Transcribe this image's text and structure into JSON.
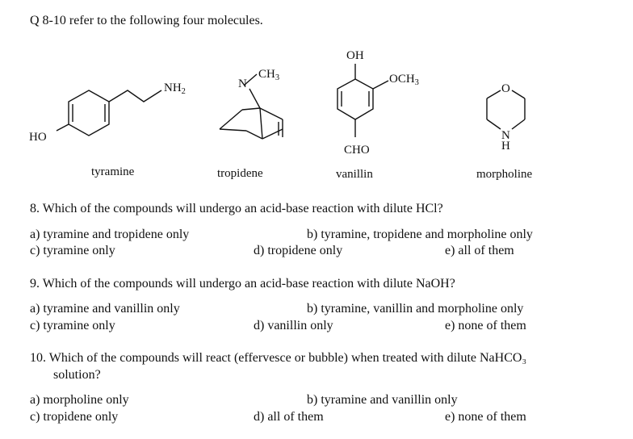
{
  "header": "Q 8-10 refer to the following four molecules.",
  "molecules": {
    "tyramine": {
      "name": "tyramine",
      "oh_label": "HO",
      "amine_label": "NH",
      "amine_sub": "2"
    },
    "tropidene": {
      "name": "tropidene",
      "n_label": "N",
      "methyl_label": "CH",
      "methyl_sub": "3"
    },
    "vanillin": {
      "name": "vanillin",
      "oh_label": "OH",
      "methoxy_label": "OCH",
      "methoxy_sub": "3",
      "aldehyde_label": "CHO"
    },
    "morpholine": {
      "name": "morpholine",
      "o_label": "O",
      "n_label": "N",
      "h_label": "H"
    }
  },
  "questions": [
    {
      "stem": "8.  Which of the compounds will undergo an acid-base reaction with dilute HCl?",
      "options": {
        "a": "a) tyramine and tropidene only",
        "b": "b) tyramine, tropidene and morpholine only",
        "c": "c) tyramine only",
        "d": "d) tropidene only",
        "e": "e) all of them"
      }
    },
    {
      "stem": "9.  Which of the compounds will undergo an acid-base reaction with dilute NaOH?",
      "options": {
        "a": "a) tyramine and vanillin only",
        "b": "b) tyramine, vanillin and morpholine only",
        "c": "c) tyramine only",
        "d": "d) vanillin only",
        "e": "e) none of them"
      }
    },
    {
      "stem_line1": "10. Which of the compounds will react (effervesce or bubble) when treated with dilute NaHCO₃",
      "stem_line2": "solution?",
      "options": {
        "a": "a) morpholine only",
        "b": "b) tyramine and vanillin only",
        "c": "c) tropidene only",
        "d": "d) all of them",
        "e": "e) none of them"
      }
    }
  ]
}
